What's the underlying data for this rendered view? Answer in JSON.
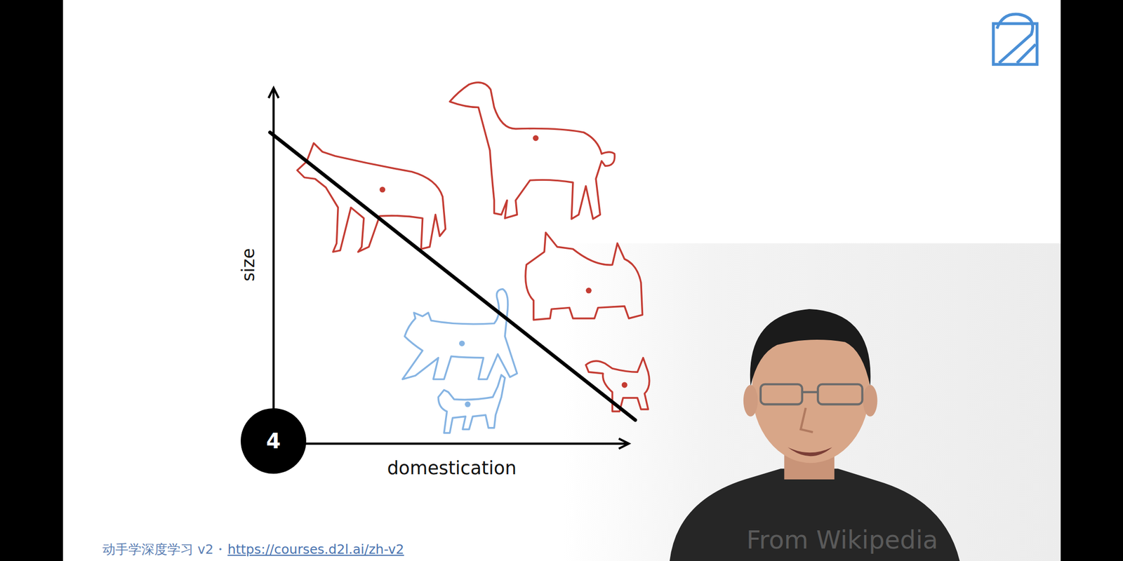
{
  "diagram": {
    "nodes": [
      {
        "text": [
          "4"
        ]
      }
    ],
    "labels": [
      "size",
      "domestication",
      "动手学深度学习 v2・",
      "https://courses.d2l.ai/zh-v2",
      "From Wikipedia"
    ]
  }
}
